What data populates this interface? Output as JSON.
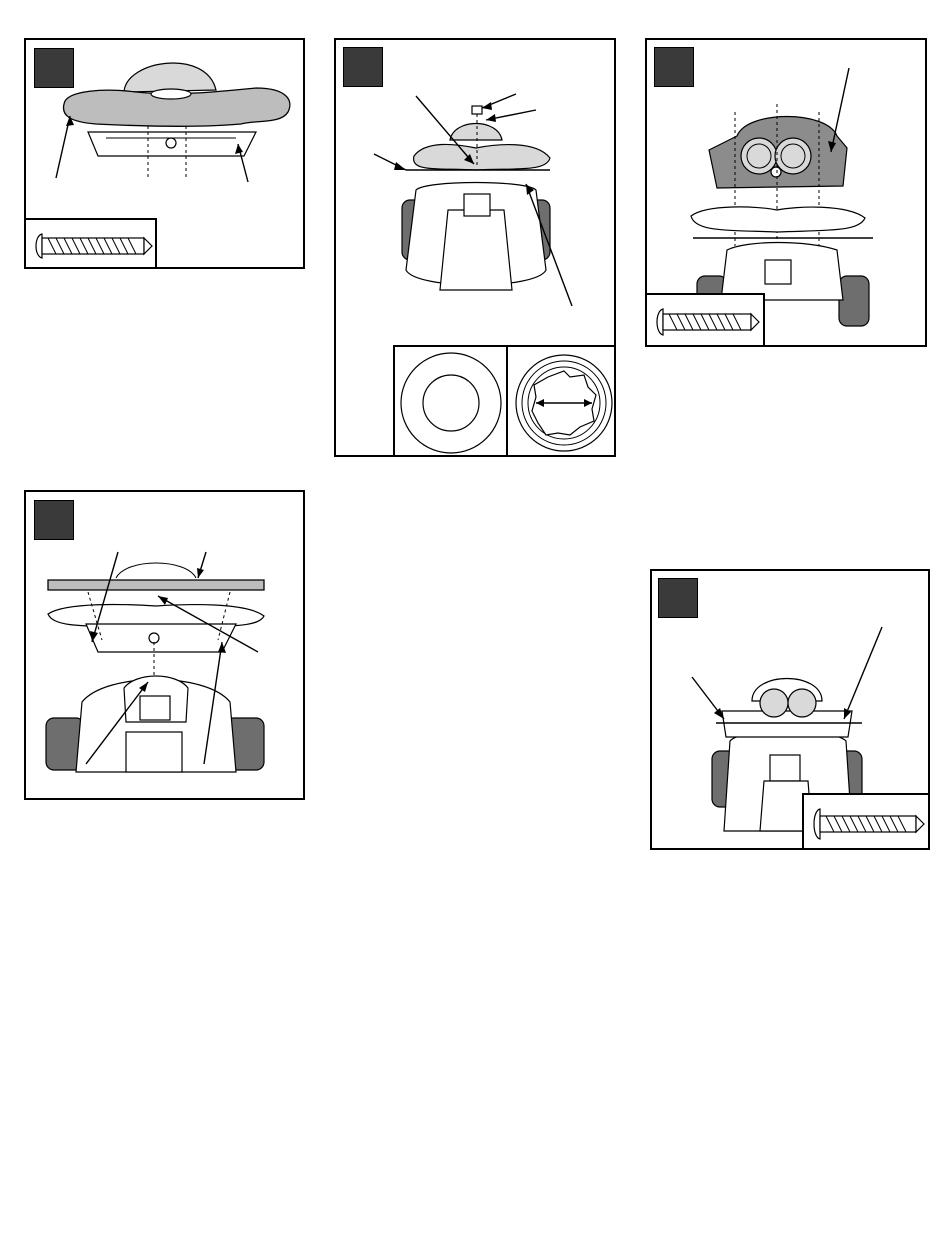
{
  "page": {
    "step_badge_color": "#3a3a3a",
    "steps": [
      {
        "id": "panel-1",
        "insert": "screw"
      },
      {
        "id": "panel-2",
        "insert": "cap-and-retainer"
      },
      {
        "id": "panel-3",
        "insert": "screw"
      },
      {
        "id": "panel-4",
        "insert": "none"
      },
      {
        "id": "panel-5",
        "insert": "screw"
      }
    ],
    "icons": [
      "screw-icon",
      "cap-icon",
      "retainer-icon",
      "arrow-icon"
    ]
  }
}
